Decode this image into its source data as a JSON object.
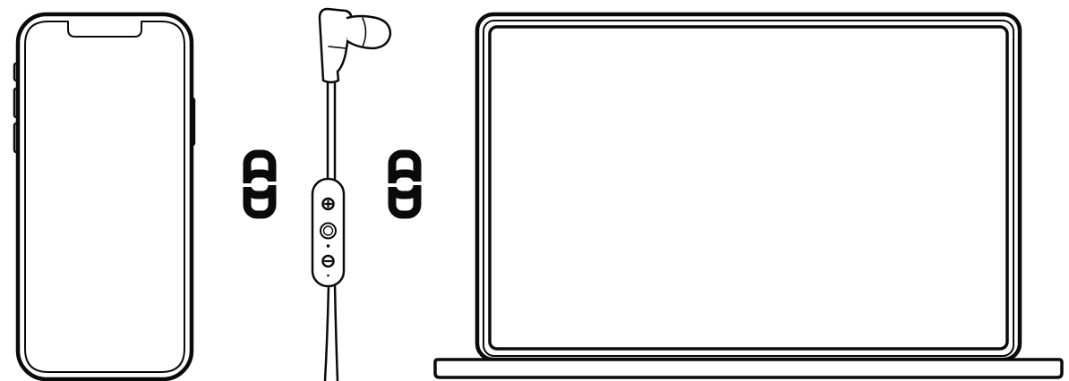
{
  "devices": [
    {
      "id": "phone",
      "icon": "smartphone-icon"
    },
    {
      "id": "headset",
      "icon": "earphone-with-remote-icon"
    },
    {
      "id": "laptop",
      "icon": "laptop-icon"
    }
  ],
  "connectors": [
    {
      "between": [
        "phone",
        "headset"
      ],
      "icon": "chain-link-icon"
    },
    {
      "between": [
        "headset",
        "laptop"
      ],
      "icon": "chain-link-icon"
    }
  ],
  "remote_buttons": [
    {
      "symbol": "+",
      "icon": "volume-up-icon"
    },
    {
      "symbol": "",
      "icon": "play-pause-icon"
    },
    {
      "symbol": "−",
      "icon": "volume-down-icon"
    }
  ],
  "colors": {
    "stroke": "#0a0a0a",
    "background": "#ffffff"
  }
}
